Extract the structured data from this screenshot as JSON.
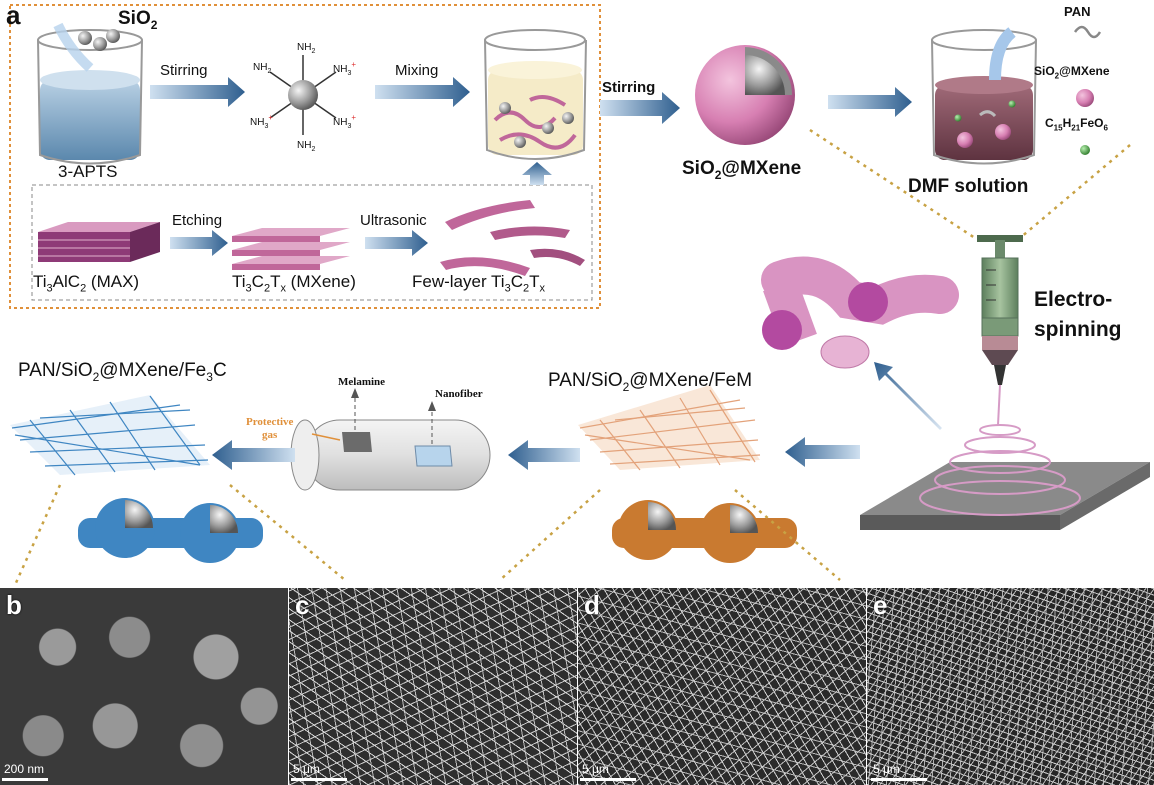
{
  "panel_a": {
    "letter": "a",
    "sio2": "SiO",
    "sio2_sub": "2",
    "aptes": "3-APTS",
    "stirring1": "Stirring",
    "mixing": "Mixing",
    "stirring2": "Stirring",
    "etching": "Etching",
    "ultrasonic": "Ultrasonic",
    "nh2": "NH",
    "nh2_sub": "2",
    "nh3": "NH",
    "nh3_sub": "3",
    "nh3_sup": "+",
    "max_label": {
      "a": "Ti",
      "a_sub": "3",
      "b": "AlC",
      "b_sub": "2",
      "c": " (MAX)"
    },
    "mxene_label": {
      "a": "Ti",
      "a_sub": "3",
      "b": "C",
      "b_sub": "2",
      "c": "T",
      "c_sub": "x",
      "d": " (MXene)"
    },
    "few_layer_label": {
      "a": "Few-layer Ti",
      "a_sub": "3",
      "b": "C",
      "b_sub": "2",
      "c": "T",
      "c_sub": "x"
    },
    "sio2_mxene": {
      "a": "SiO",
      "a_sub": "2",
      "b": "@MXene"
    },
    "dmf_solution": "DMF solution",
    "pan": "PAN",
    "legend_sio2_mxene": {
      "a": "SiO",
      "a_sub": "2",
      "b": "@MXene"
    },
    "legend_fe": {
      "a": "C",
      "a_sub": "15",
      "b": "H",
      "b_sub": "21",
      "c": "FeO",
      "c_sub": "6"
    },
    "electrospinning_1": "Electro-",
    "electrospinning_2": "spinning",
    "feM_label": {
      "a": "PAN/SiO",
      "a_sub": "2",
      "b": "@MXene/FeM"
    },
    "fe3c_label": {
      "a": "PAN/SiO",
      "a_sub": "2",
      "b": "@MXene/Fe",
      "b_sub": "3",
      "c": "C"
    },
    "melamine": "Melamine",
    "nanofiber": "Nanofiber",
    "protective_1": "Protective",
    "protective_2": "gas"
  },
  "sem_panels": [
    {
      "letter": "b",
      "scale": "200 nm"
    },
    {
      "letter": "c",
      "scale": "5 μm"
    },
    {
      "letter": "d",
      "scale": "5 μm"
    },
    {
      "letter": "e",
      "scale": "5 μm"
    }
  ],
  "colors": {
    "dashed_box": "#e0903a",
    "arrow_blue": "#2f5f8f",
    "mxene_pink": "#c0679a",
    "sphere_pink": "#d77fb2",
    "fe3c_blue": "#3f86c2",
    "fem_orange": "#c97a30"
  }
}
